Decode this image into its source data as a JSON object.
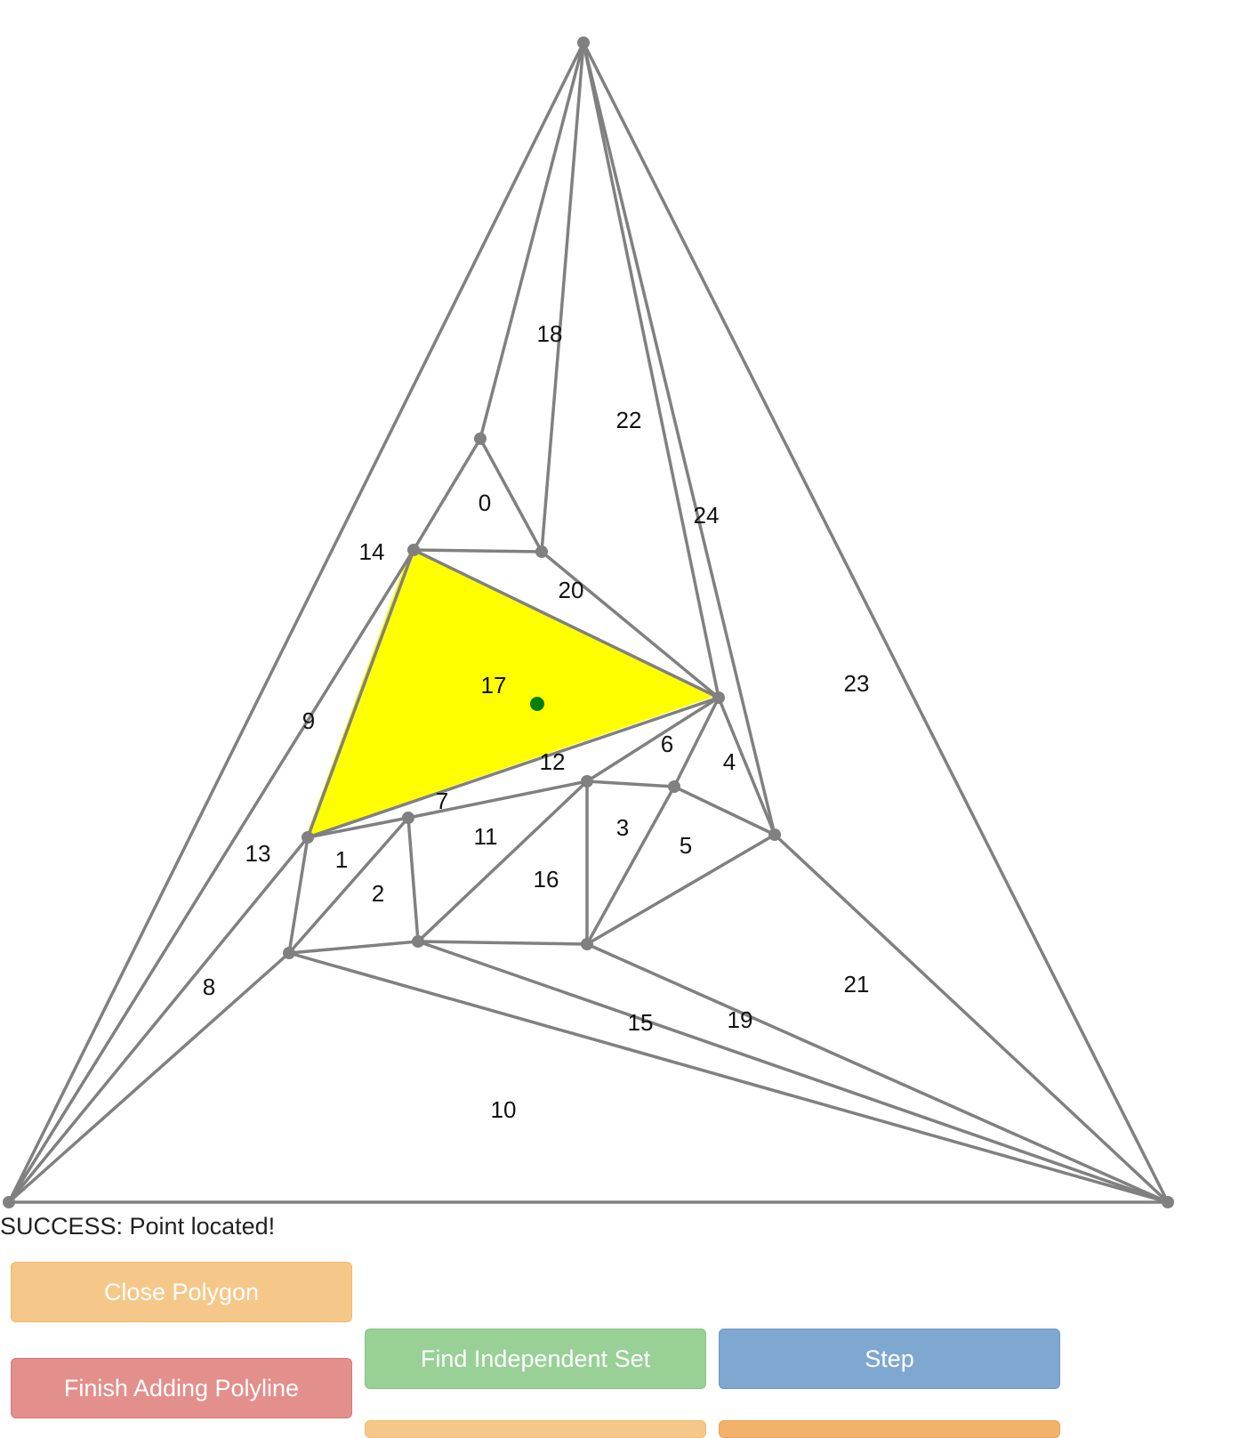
{
  "status": {
    "message": "SUCCESS: Point located!"
  },
  "buttons": {
    "close_polygon": "Close Polygon",
    "finish_polyline": "Finish Adding Polyline",
    "find_independent_set": "Find Independent Set",
    "step": "Step"
  },
  "colors": {
    "edge": "#808080",
    "highlight": "#ffff00",
    "query_point": "#008000",
    "close_polygon_button": "#f5c88a",
    "finish_polyline_button": "#e38f8c",
    "find_independent_set_button": "#98d096",
    "step_button": "#7fa8d0"
  },
  "triangulation": {
    "highlighted_face": "17",
    "face_labels": [
      "0",
      "1",
      "2",
      "3",
      "4",
      "5",
      "6",
      "7",
      "8",
      "9",
      "10",
      "11",
      "12",
      "13",
      "14",
      "15",
      "16",
      "17",
      "18",
      "19",
      "20",
      "21",
      "22",
      "23",
      "24"
    ]
  }
}
